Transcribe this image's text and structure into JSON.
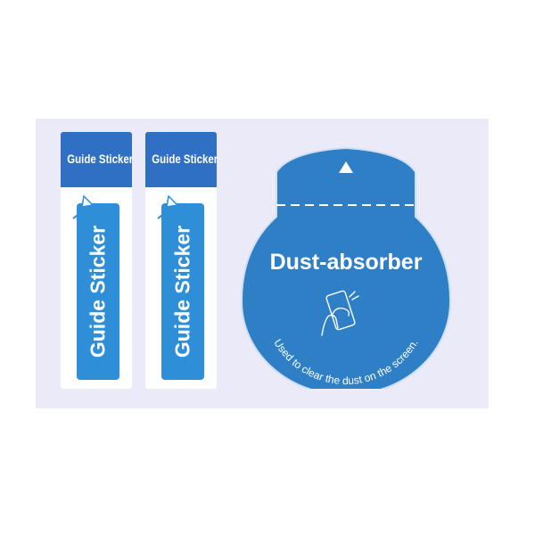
{
  "guide_stickers": [
    {
      "top_label": "Guide Sticker",
      "vertical_label": "Guide Sticker"
    },
    {
      "top_label": "Guide Sticker",
      "vertical_label": "Guide Sticker"
    }
  ],
  "dust_absorber": {
    "title": "Dust-absorber",
    "caption": "Used to clear the dust on the screen.",
    "arrow_icon": "triangle-up",
    "pictogram_icon": "hand-wiping-phone"
  },
  "colors": {
    "background_panel": "#ebeaf8",
    "sticker_dark_blue": "#2f6fc4",
    "sticker_light_blue": "#2e8ed8",
    "dust_blue": "#2e7fc6"
  }
}
